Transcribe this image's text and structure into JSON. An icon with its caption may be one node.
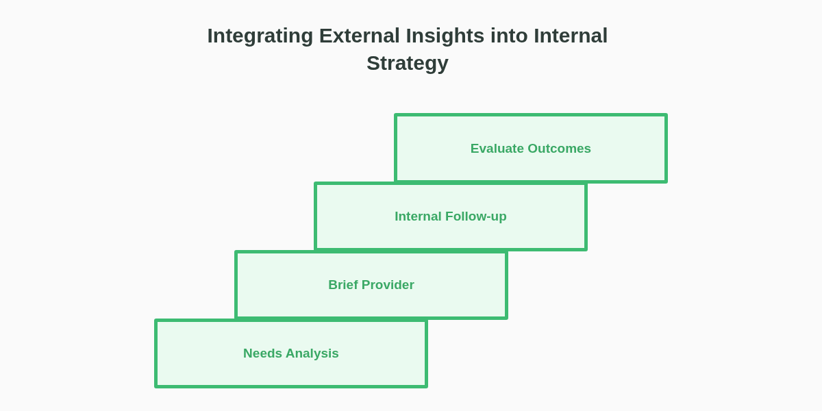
{
  "diagram": {
    "title": "Integrating External Insights into Internal Strategy",
    "nodes": [
      {
        "text": [
          "Evaluate Outcomes"
        ]
      },
      {
        "text": [
          "Internal Follow-up"
        ]
      },
      {
        "text": [
          "Brief Provider"
        ]
      },
      {
        "text": [
          "Needs Analysis"
        ]
      }
    ],
    "edges": []
  }
}
